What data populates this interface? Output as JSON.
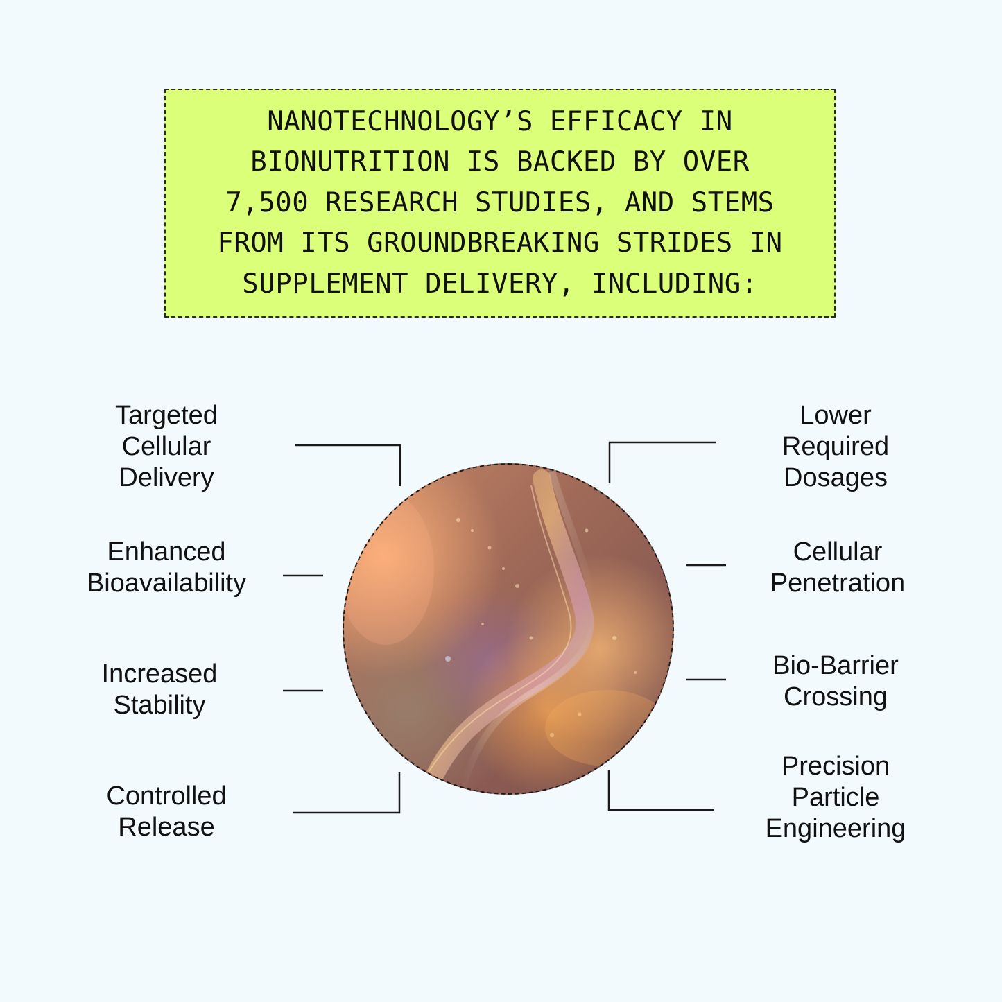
{
  "headline": {
    "lines": [
      "NANOTECHNOLOGY’S EFFICACY IN",
      "BIONUTRITION IS BACKED BY OVER",
      "7,500 RESEARCH STUDIES, AND STEMS",
      "FROM ITS GROUNDBREAKING STRIDES IN",
      "SUPPLEMENT DELIVERY, INCLUDING:"
    ]
  },
  "benefits_left": [
    {
      "lines": [
        "Targeted",
        "Cellular",
        "Delivery"
      ]
    },
    {
      "lines": [
        "Enhanced",
        "Bioavailability"
      ]
    },
    {
      "lines": [
        "Increased",
        "Stability"
      ]
    },
    {
      "lines": [
        "Controlled",
        "Release"
      ]
    }
  ],
  "benefits_right": [
    {
      "lines": [
        "Lower",
        "Required",
        "Dosages"
      ]
    },
    {
      "lines": [
        "Cellular",
        "Penetration"
      ]
    },
    {
      "lines": [
        "Bio-Barrier",
        "Crossing"
      ]
    },
    {
      "lines": [
        "Precision",
        "Particle",
        "Engineering"
      ]
    }
  ],
  "colors": {
    "background": "#f2fafe",
    "headline_box": "#dcff79",
    "text": "#111111",
    "line": "#1a1a1a"
  },
  "image": {
    "subject": "nanotech-fabric-photo"
  }
}
